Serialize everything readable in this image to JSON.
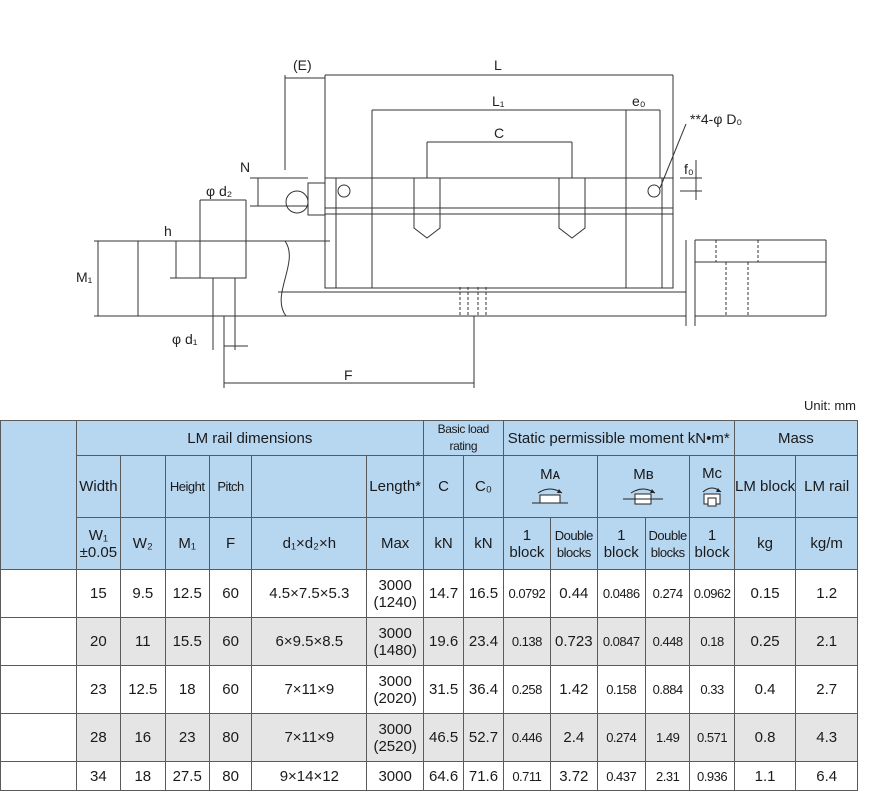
{
  "drawing": {
    "labels": {
      "E": "(E)",
      "L": "L",
      "L1": "L₁",
      "C": "C",
      "e0": "e₀",
      "D0": "**4-φ D₀",
      "N": "N",
      "f0": "f₀",
      "d2": "φ d₂",
      "h": "h",
      "M1": "M₁",
      "d1": "φ d₁",
      "F": "F"
    }
  },
  "unit": "Unit: mm",
  "table": {
    "groups": {
      "rail": "LM rail dimensions",
      "load": "Basic load rating",
      "moment": "Static permissible moment kN•m*",
      "mass": "Mass"
    },
    "heads": {
      "width": "Width",
      "height": "Height",
      "pitch": "Pitch",
      "length": "Length*",
      "C": "C",
      "C0": "C₀",
      "MA": "Mᴀ",
      "MB": "Mʙ",
      "MC": "Mᴄ",
      "lm_block": "LM block",
      "lm_rail": "LM rail"
    },
    "subheads": {
      "W1": "W₁",
      "W1_tol": "±0.05",
      "W2": "W₂",
      "M1": "M₁",
      "F": "F",
      "dims": "d₁×d₂×h",
      "max": "Max",
      "kN1": "kN",
      "kN2": "kN",
      "ma_1": "1 block",
      "ma_2": "Double blocks",
      "mb_1": "1 block",
      "mb_2": "Double blocks",
      "mc_1": "1 block",
      "kg": "kg",
      "kgm": "kg/m"
    },
    "rows": [
      {
        "w1": "15",
        "w2": "9.5",
        "m1": "12.5",
        "f": "60",
        "dims": "4.5×7.5×5.3",
        "len": "3000",
        "len2": "(1240)",
        "c": "14.7",
        "c0": "16.5",
        "ma1": "0.0792",
        "ma2": "0.44",
        "mb1": "0.0486",
        "mb2": "0.274",
        "mc1": "0.0962",
        "blk": "0.15",
        "rail": "1.2"
      },
      {
        "w1": "20",
        "w2": "11",
        "m1": "15.5",
        "f": "60",
        "dims": "6×9.5×8.5",
        "len": "3000",
        "len2": "(1480)",
        "c": "19.6",
        "c0": "23.4",
        "ma1": "0.138",
        "ma2": "0.723",
        "mb1": "0.0847",
        "mb2": "0.448",
        "mc1": "0.18",
        "blk": "0.25",
        "rail": "2.1"
      },
      {
        "w1": "23",
        "w2": "12.5",
        "m1": "18",
        "f": "60",
        "dims": "7×11×9",
        "len": "3000",
        "len2": "(2020)",
        "c": "31.5",
        "c0": "36.4",
        "ma1": "0.258",
        "ma2": "1.42",
        "mb1": "0.158",
        "mb2": "0.884",
        "mc1": "0.33",
        "blk": "0.4",
        "rail": "2.7"
      },
      {
        "w1": "28",
        "w2": "16",
        "m1": "23",
        "f": "80",
        "dims": "7×11×9",
        "len": "3000",
        "len2": "(2520)",
        "c": "46.5",
        "c0": "52.7",
        "ma1": "0.446",
        "ma2": "2.4",
        "mb1": "0.274",
        "mb2": "1.49",
        "mc1": "0.571",
        "blk": "0.8",
        "rail": "4.3"
      },
      {
        "w1": "34",
        "w2": "18",
        "m1": "27.5",
        "f": "80",
        "dims": "9×14×12",
        "len": "3000",
        "len2": "",
        "c": "64.6",
        "c0": "71.6",
        "ma1": "0.711",
        "ma2": "3.72",
        "mb1": "0.437",
        "mb2": "2.31",
        "mc1": "0.936",
        "blk": "1.1",
        "rail": "6.4"
      }
    ]
  }
}
